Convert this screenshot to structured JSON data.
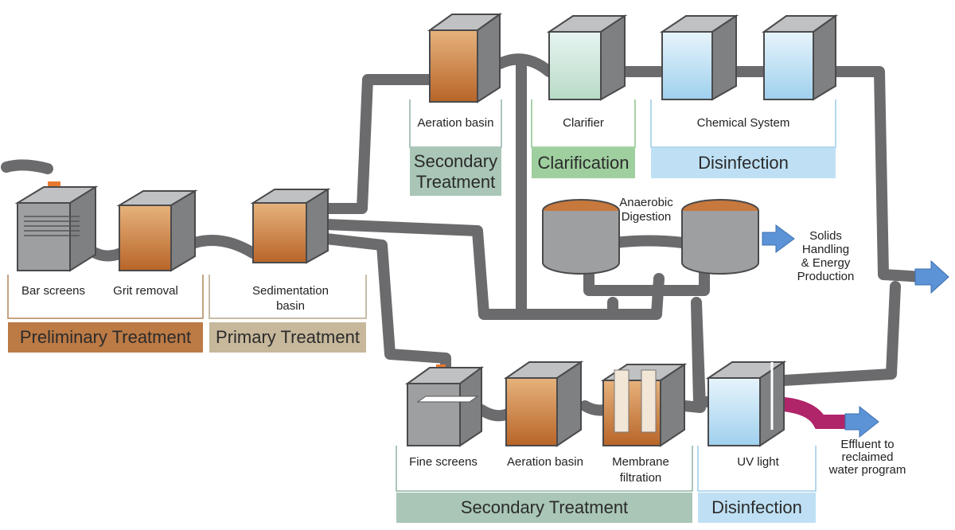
{
  "preliminary": {
    "bar_screens": "Bar screens",
    "grit_removal": "Grit removal",
    "band": "Preliminary Treatment"
  },
  "primary": {
    "sedimentation_1": "Sedimentation",
    "sedimentation_2": "basin",
    "band": "Primary Treatment"
  },
  "upper": {
    "aeration": "Aeration basin",
    "clarifier": "Clarifier",
    "chemical": "Chemical System",
    "secondary_band_1": "Secondary",
    "secondary_band_2": "Treatment",
    "clarification_band": "Clarification",
    "disinfection_band": "Disinfection"
  },
  "digestion": {
    "label_1": "Anaerobic",
    "label_2": "Digestion",
    "solids_1": "Solids",
    "solids_2": "Handling",
    "solids_3": "& Energy",
    "solids_4": "Production"
  },
  "lower": {
    "fine_screens": "Fine screens",
    "aeration": "Aeration basin",
    "membrane_1": "Membrane",
    "membrane_2": "filtration",
    "uv": "UV light",
    "secondary_band": "Secondary Treatment",
    "disinfection_band": "Disinfection"
  },
  "effluent": {
    "line_1": "Effluent to",
    "line_2": "reclaimed",
    "line_3": "water program"
  },
  "colors": {
    "pipe": "#6e6e70",
    "tank_gray": "#8d8f91",
    "sludge": "#c7783c",
    "water_blue": "#bfe0f4",
    "arrow_blue": "#5b93d6",
    "magenta_pipe": "#b0246a"
  }
}
